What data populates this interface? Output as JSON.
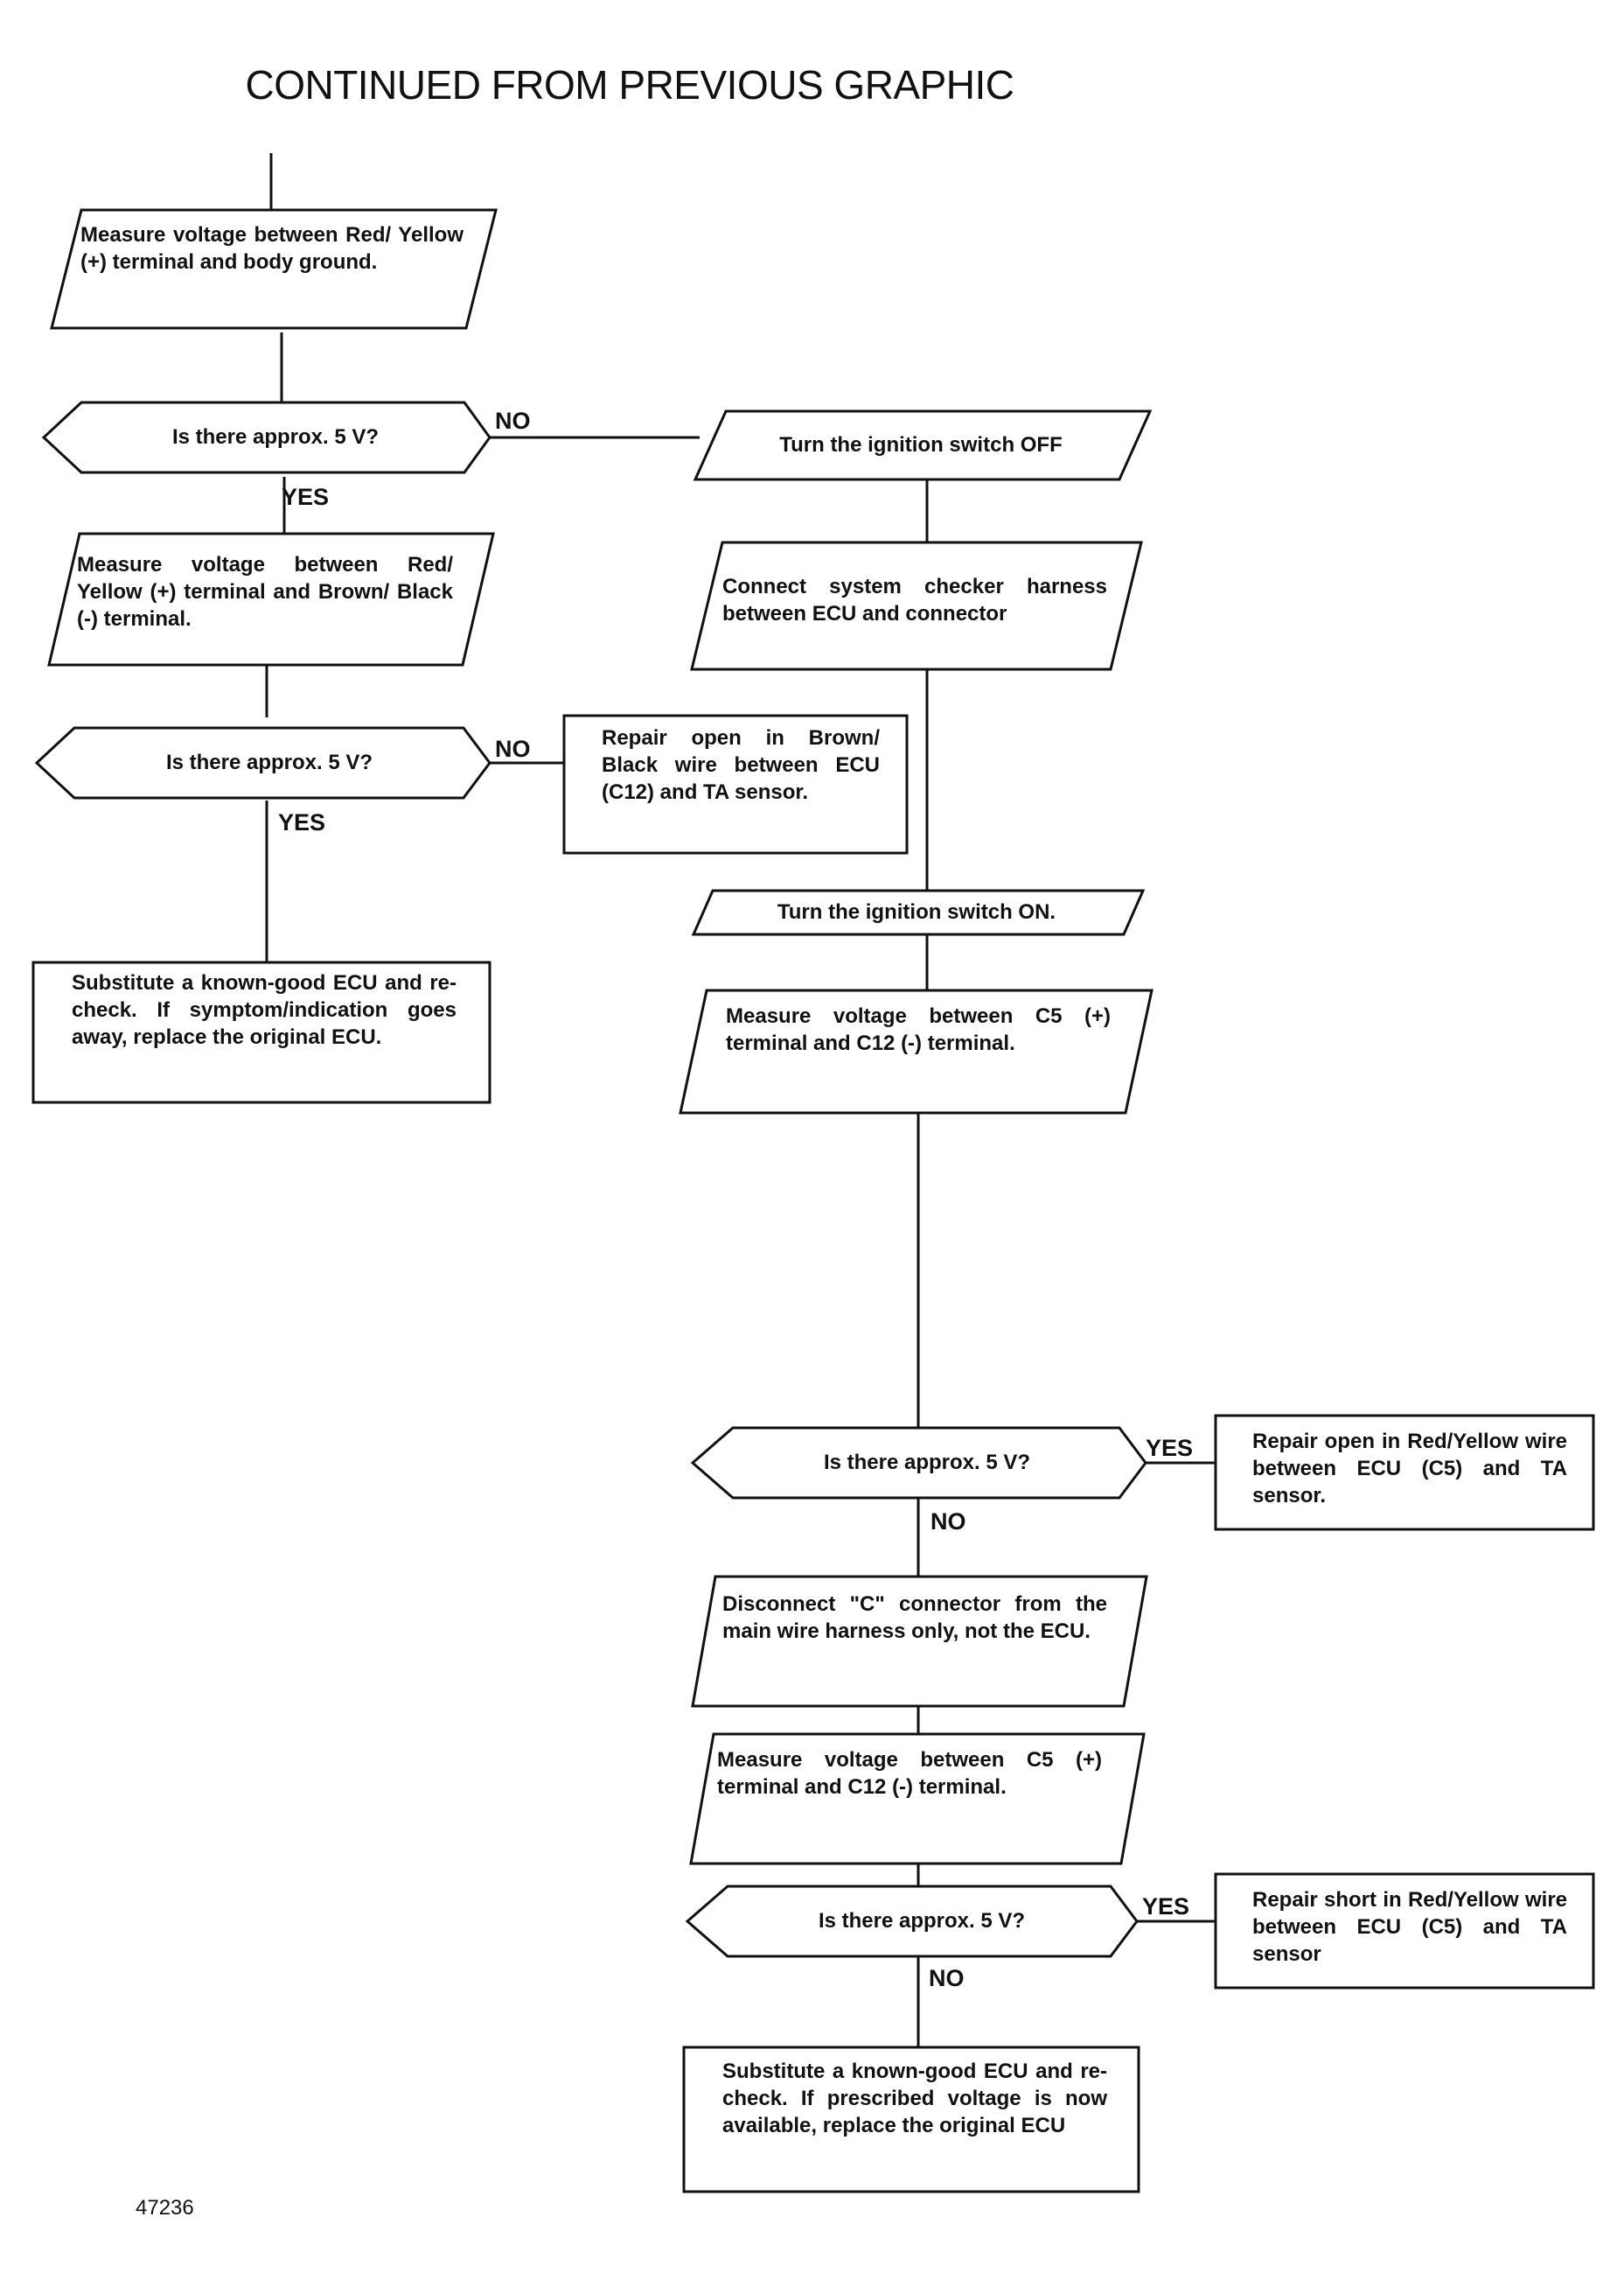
{
  "title": "CONTINUED FROM PREVIOUS GRAPHIC",
  "figure_number": "47236",
  "nodes": {
    "measure_red_yellow_body": "Measure voltage between Red/ Yellow (+) terminal and body ground.",
    "q1": "Is there approx. 5 V?",
    "turn_ignition_off": "Turn the ignition switch OFF",
    "measure_red_yellow_brown_black": "Measure voltage between Red/ Yellow (+) terminal and Brown/ Black (-) terminal.",
    "connect_checker": "Connect system checker harness between ECU and connector",
    "q2": "Is there approx. 5 V?",
    "repair_open_brown_black": "Repair open in Brown/ Black wire between ECU (C12) and TA sensor.",
    "turn_ignition_on": "Turn the ignition switch ON.",
    "substitute_ecu_1": "Substitute a known-good ECU and re-check. If symptom/indication goes away, replace the original ECU.",
    "measure_c5_c12_1": "Measure voltage between C5 (+) terminal and C12 (-) terminal.",
    "q3": "Is there approx. 5 V?",
    "repair_open_red_yellow": "Repair open in Red/Yellow wire between ECU (C5) and TA sensor.",
    "disconnect_c_connector": "Disconnect \"C\" connector from the main wire harness only, not the ECU.",
    "measure_c5_c12_2": "Measure voltage between C5 (+) terminal and C12 (-) terminal.",
    "q4": "Is there approx. 5 V?",
    "repair_short_red_yellow": "Repair short in Red/Yellow wire between ECU (C5) and TA sensor",
    "substitute_ecu_2": "Substitute a known-good ECU and re-check. If prescribed voltage is now available, replace the original ECU"
  },
  "labels": {
    "q1_no": "NO",
    "q1_yes": "YES",
    "q2_no": "NO",
    "q2_yes": "YES",
    "q3_yes": "YES",
    "q3_no": "NO",
    "q4_yes": "YES",
    "q4_no": "NO"
  }
}
